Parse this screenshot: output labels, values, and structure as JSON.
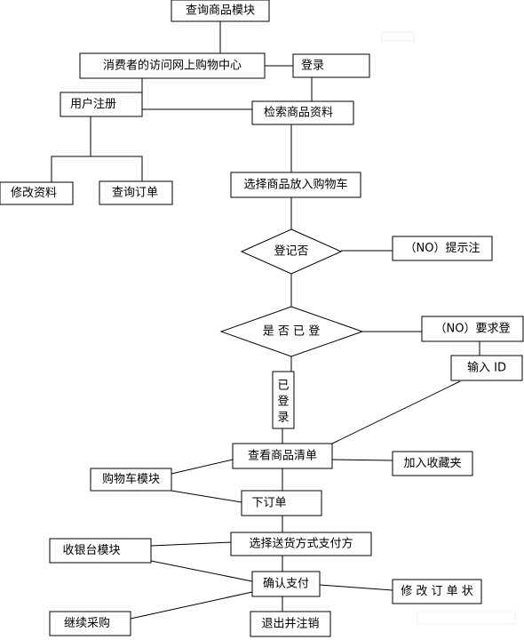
{
  "nodes": {
    "query_module": "查询商品模块",
    "visit_mall": "消费者的访问网上购物中心",
    "login": "登录",
    "register": "用户注册",
    "search": "检索商品资料",
    "edit_profile": "修改资料",
    "query_order": "查询订单",
    "add_cart": "选择商品放入购物车",
    "logged_q": "登记否",
    "hint_no": "（NO）提示注",
    "is_logged": "是 否 已 登",
    "require_login": "（NO）要求登",
    "input_id": "输入 ID",
    "logged_chars": [
      "已",
      "登",
      "录"
    ],
    "view_list": "查看商品清单",
    "cart_module": "购物车模块",
    "favorites": "加入收藏夹",
    "place_order": "下订单",
    "cashier_module": "收银台模块",
    "choose_payment": "选择送货方式支付方",
    "confirm_pay": "确认支付",
    "modify_order": "修 改 订 单 状",
    "continue_buy": "继续采购",
    "logout": "退出并注销"
  }
}
